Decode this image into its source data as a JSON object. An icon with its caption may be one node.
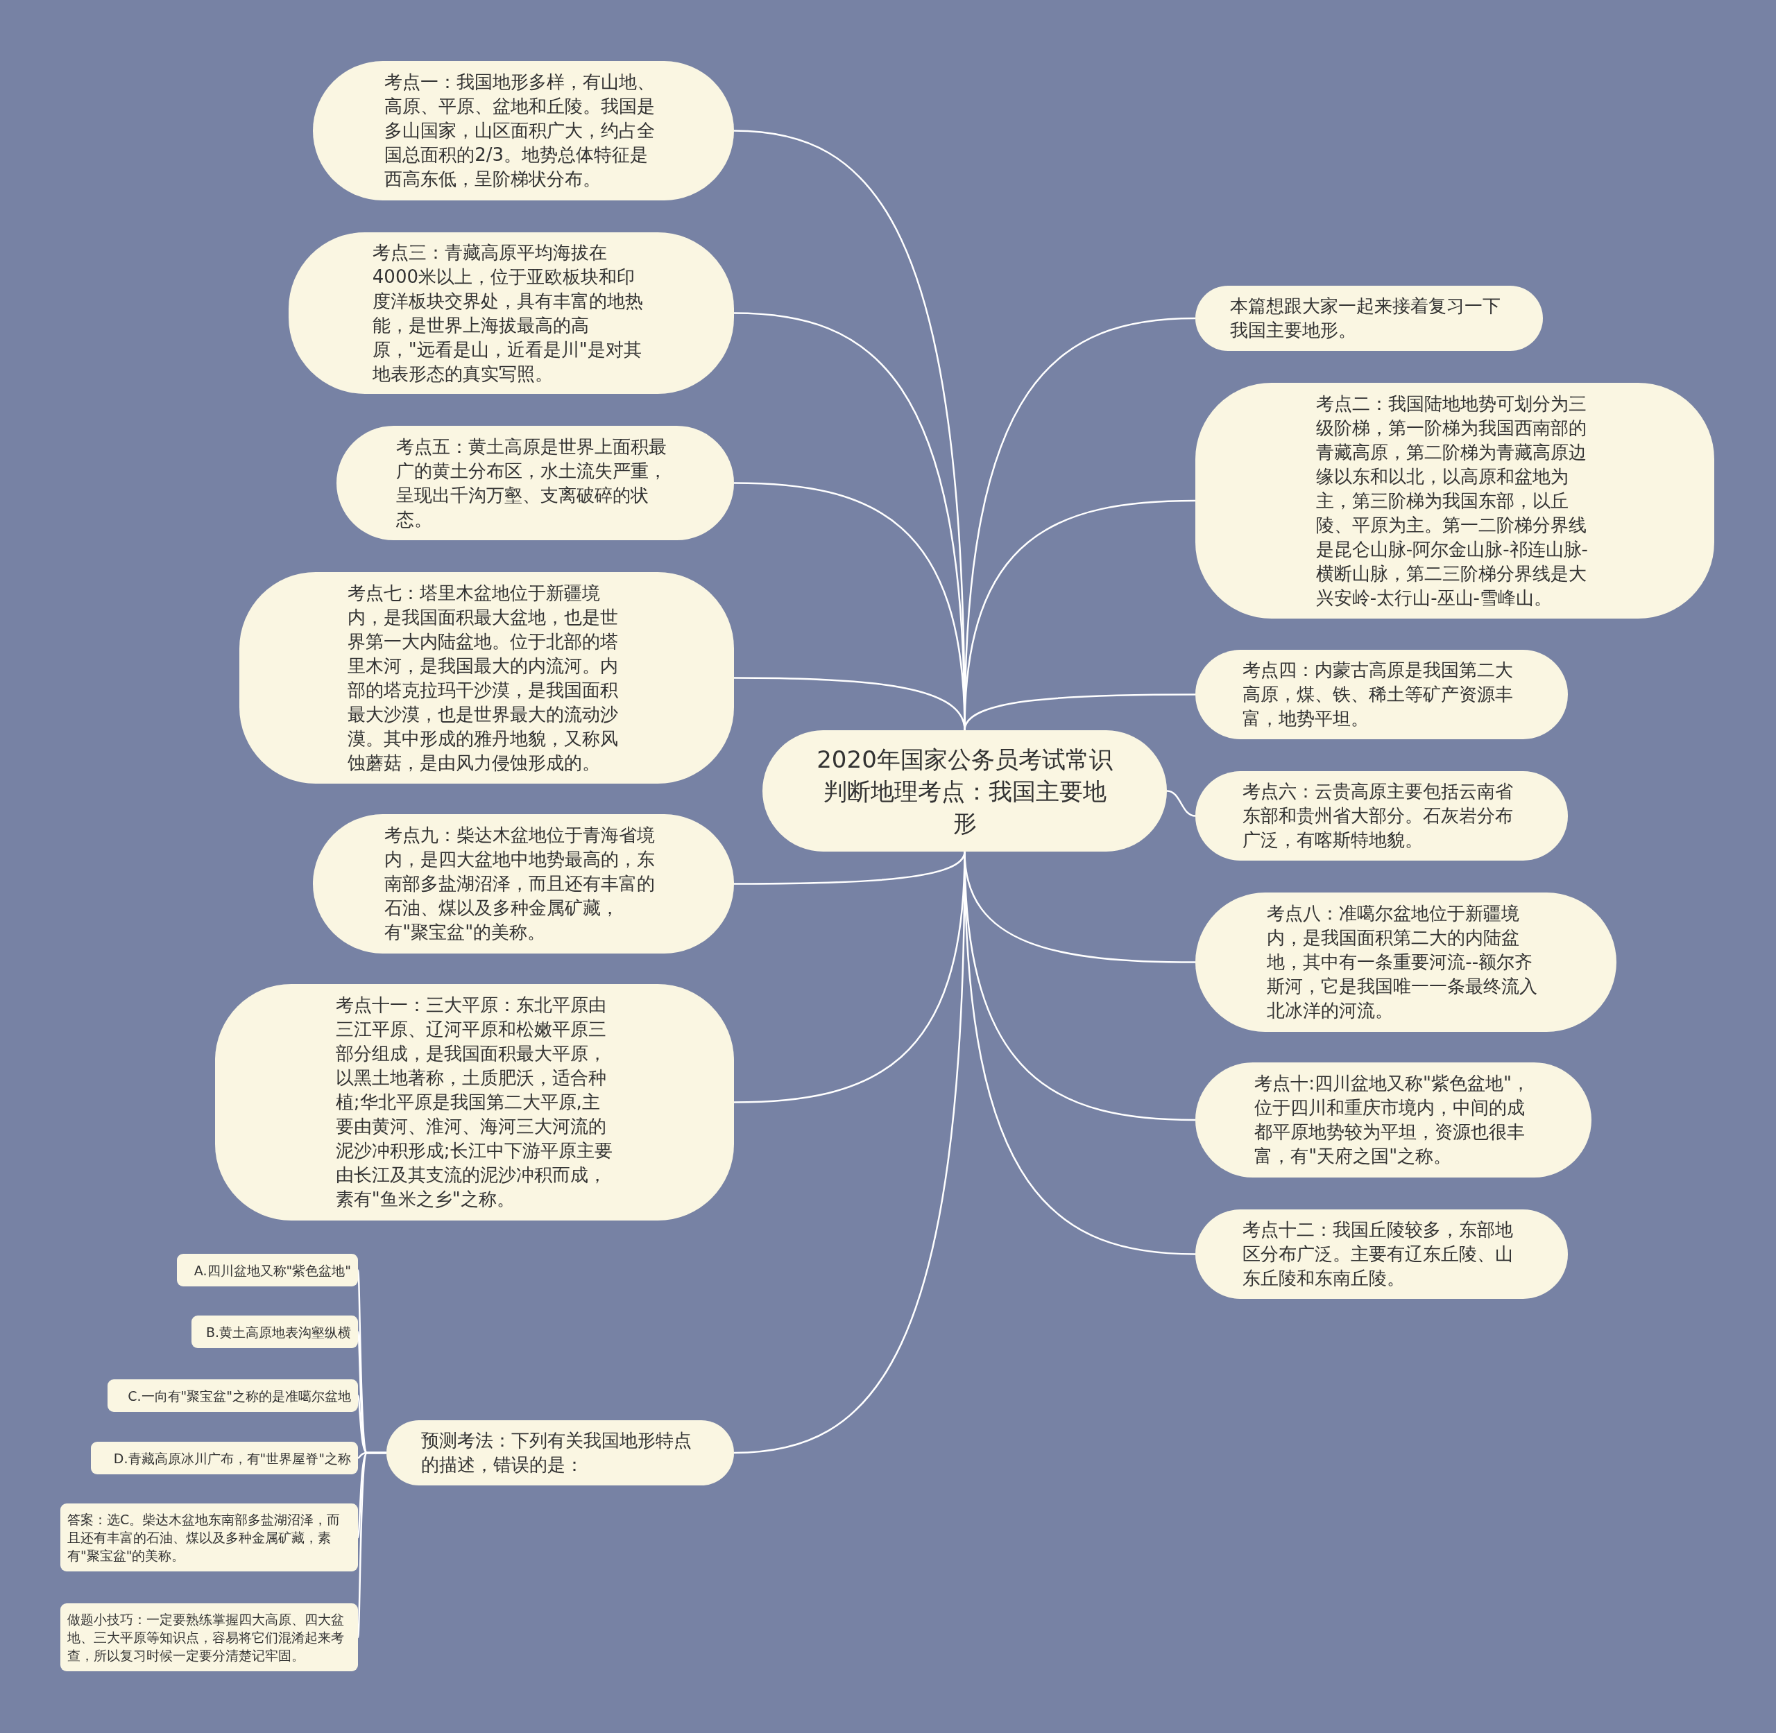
{
  "diagram": {
    "nodes": [
      {
        "text": [
          "2020年国家公务员考试常识判断地理考点：我国主要地形"
        ]
      },
      {
        "text": [
          "考点一：我国地形多样，有山地、高原、平原、盆地和丘陵。我国是多山国家，山区面积广大，约占全国总面积的2/3。地势总体特征是西高东低，呈阶梯状分布。"
        ]
      },
      {
        "text": [
          "考点三：青藏高原平均海拔在4000米以上，位于亚欧板块和印度洋板块交界处，具有丰富的地热能，是世界上海拔最高的高原，\"远看是山，近看是川\"是对其地表形态的真实写照。"
        ]
      },
      {
        "text": [
          "考点五：黄土高原是世界上面积最广的黄土分布区，水土流失严重，呈现出千沟万壑、支离破碎的状态。"
        ]
      },
      {
        "text": [
          "考点七：塔里木盆地位于新疆境内，是我国面积最大盆地，也是世界第一大内陆盆地。位于北部的塔里木河，是我国最大的内流河。内部的塔克拉玛干沙漠，是我国面积最大沙漠，也是世界最大的流动沙漠。其中形成的雅丹地貌，又称风蚀蘑菇，是由风力侵蚀形成的。"
        ]
      },
      {
        "text": [
          "考点九：柴达木盆地位于青海省境内，是四大盆地中地势最高的，东南部多盐湖沼泽，而且还有丰富的石油、煤以及多种金属矿藏，有\"聚宝盆\"的美称。"
        ]
      },
      {
        "text": [
          "考点十一：三大平原：东北平原由三江平原、辽河平原和松嫩平原三部分组成，是我国面积最大平原，以黑土地著称，土质肥沃，适合种植;华北平原是我国第二大平原,主要由黄河、淮河、海河三大河流的泥沙冲积形成;长江中下游平原主要由长江及其支流的泥沙冲积而成，素有\"鱼米之乡\"之称。"
        ]
      },
      {
        "text": [
          "预测考法：下列有关我国地形特点的描述，错误的是："
        ]
      },
      {
        "text": [
          "本篇想跟大家一起来接着复习一下我国主要地形。"
        ]
      },
      {
        "text": [
          "考点二：我国陆地地势可划分为三级阶梯，第一阶梯为我国西南部的青藏高原，第二阶梯为青藏高原边缘以东和以北，以高原和盆地为主，第三阶梯为我国东部，以丘陵、平原为主。第一二阶梯分界线是昆仑山脉-阿尔金山脉-祁连山脉-横断山脉，第二三阶梯分界线是大兴安岭-太行山-巫山-雪峰山。"
        ]
      },
      {
        "text": [
          "考点四：内蒙古高原是我国第二大高原，煤、铁、稀土等矿产资源丰富，地势平坦。"
        ]
      },
      {
        "text": [
          "考点六：云贵高原主要包括云南省东部和贵州省大部分。石灰岩分布广泛，有喀斯特地貌。"
        ]
      },
      {
        "text": [
          "考点八：准噶尔盆地位于新疆境内，是我国面积第二大的内陆盆地，其中有一条重要河流--额尔齐斯河，它是我国唯一一条最终流入北冰洋的河流。"
        ]
      },
      {
        "text": [
          "考点十:四川盆地又称\"紫色盆地\"，位于四川和重庆市境内，中间的成都平原地势较为平坦，资源也很丰富，有\"天府之国\"之称。"
        ]
      },
      {
        "text": [
          "考点十二：我国丘陵较多，东部地区分布广泛。主要有辽东丘陵、山东丘陵和东南丘陵。"
        ]
      },
      {
        "text": [
          "A.四川盆地又称\"紫色盆地\""
        ]
      },
      {
        "text": [
          "B.黄土高原地表沟壑纵横"
        ]
      },
      {
        "text": [
          "C.一向有\"聚宝盆\"之称的是准噶尔盆地"
        ]
      },
      {
        "text": [
          "D.青藏高原冰川广布，有\"世界屋脊\"之称"
        ]
      },
      {
        "text": [
          "答案：选C。柴达木盆地东南部多盐湖沼泽，而且还有丰富的石油、煤以及多种金属矿藏，素有\"聚宝盆\"的美称。"
        ]
      },
      {
        "text": [
          "做题小技巧：一定要熟练掌握四大高原、四大盆地、三大平原等知识点，容易将它们混淆起来考查，所以复习时候一定要分清楚记牢固。"
        ]
      }
    ],
    "edges": [
      {
        "from": 0,
        "to": 1,
        "arrow": "none"
      },
      {
        "from": 0,
        "to": 2,
        "arrow": "none"
      },
      {
        "from": 0,
        "to": 3,
        "arrow": "none"
      },
      {
        "from": 0,
        "to": 4,
        "arrow": "none"
      },
      {
        "from": 0,
        "to": 5,
        "arrow": "none"
      },
      {
        "from": 0,
        "to": 6,
        "arrow": "none"
      },
      {
        "from": 0,
        "to": 7,
        "arrow": "none"
      },
      {
        "from": 0,
        "to": 8,
        "arrow": "none"
      },
      {
        "from": 0,
        "to": 9,
        "arrow": "none"
      },
      {
        "from": 0,
        "to": 10,
        "arrow": "none"
      },
      {
        "from": 0,
        "to": 11,
        "arrow": "none"
      },
      {
        "from": 0,
        "to": 12,
        "arrow": "none"
      },
      {
        "from": 0,
        "to": 13,
        "arrow": "none"
      },
      {
        "from": 0,
        "to": 14,
        "arrow": "none"
      },
      {
        "from": 7,
        "to": 15,
        "arrow": "none"
      },
      {
        "from": 7,
        "to": 16,
        "arrow": "none"
      },
      {
        "from": 7,
        "to": 17,
        "arrow": "none"
      },
      {
        "from": 7,
        "to": 18,
        "arrow": "none"
      },
      {
        "from": 7,
        "to": 19,
        "arrow": "none"
      },
      {
        "from": 7,
        "to": 20,
        "arrow": "none"
      }
    ]
  }
}
